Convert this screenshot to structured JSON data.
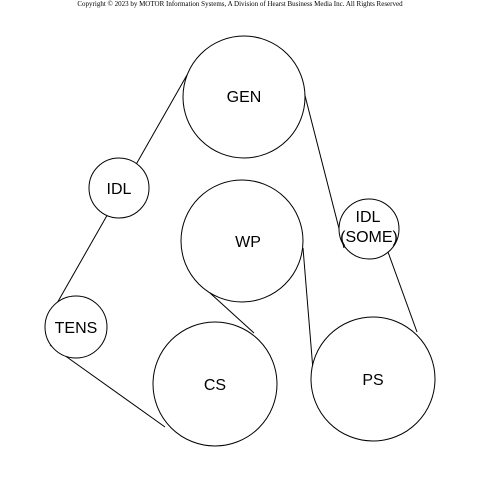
{
  "copyright": "Copyright © 2023 by MOTOR Information Systems, A Division of Hearst Business Media Inc. All Rights Reserved",
  "pulleys": {
    "gen": "GEN",
    "idl_left": "IDL",
    "wp": "WP",
    "idl_right_line1": "IDL",
    "idl_right_line2": "(SOME)",
    "tens": "TENS",
    "cs": "CS",
    "ps": "PS"
  }
}
